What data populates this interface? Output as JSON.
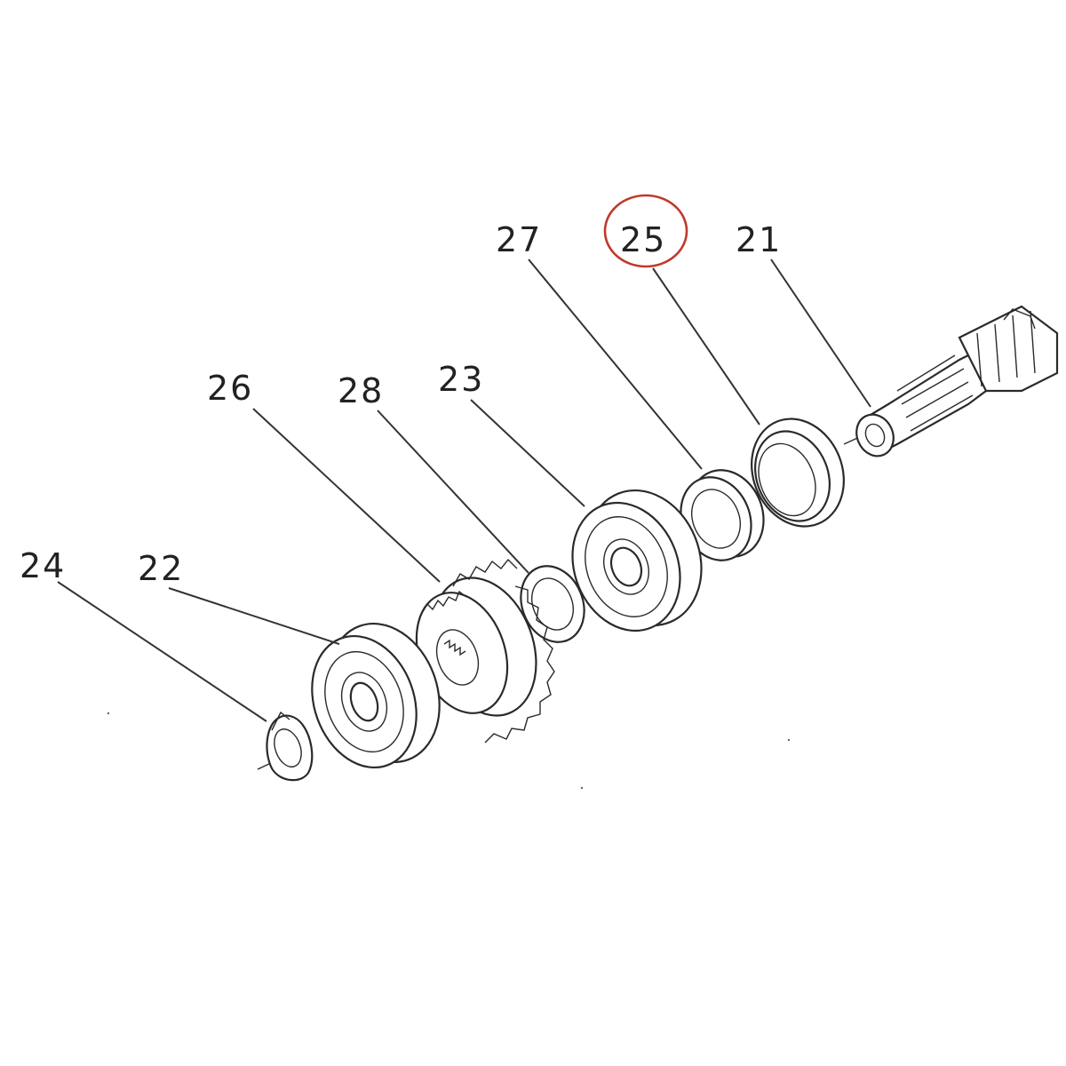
{
  "diagram": {
    "callouts": [
      {
        "id": "c21",
        "text": "21"
      },
      {
        "id": "c22",
        "text": "22"
      },
      {
        "id": "c23",
        "text": "23"
      },
      {
        "id": "c24",
        "text": "24"
      },
      {
        "id": "c25",
        "text": "25"
      },
      {
        "id": "c26",
        "text": "26"
      },
      {
        "id": "c27",
        "text": "27"
      },
      {
        "id": "c28",
        "text": "28"
      }
    ],
    "highlighted": "25",
    "highlight_color": "#c0392b",
    "line_color": "#333333"
  }
}
